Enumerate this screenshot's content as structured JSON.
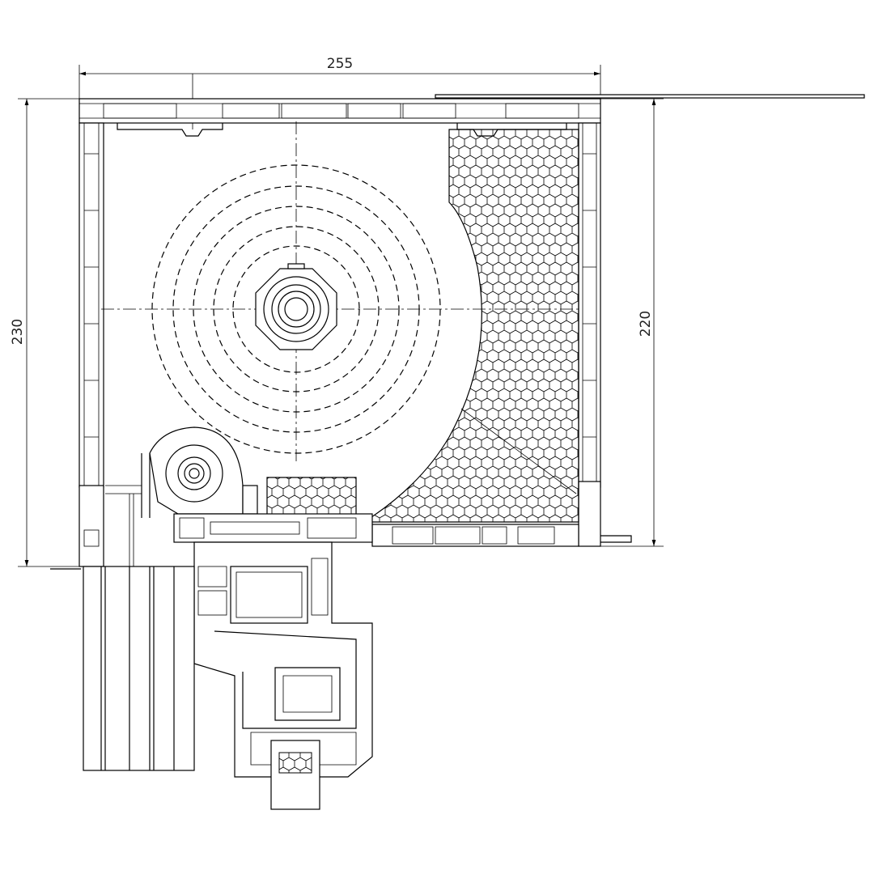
{
  "dimensions": {
    "width_label": "255",
    "height_total_label": "230",
    "height_box_label": "220"
  },
  "colors": {
    "line": "#000000",
    "background": "#ffffff"
  }
}
